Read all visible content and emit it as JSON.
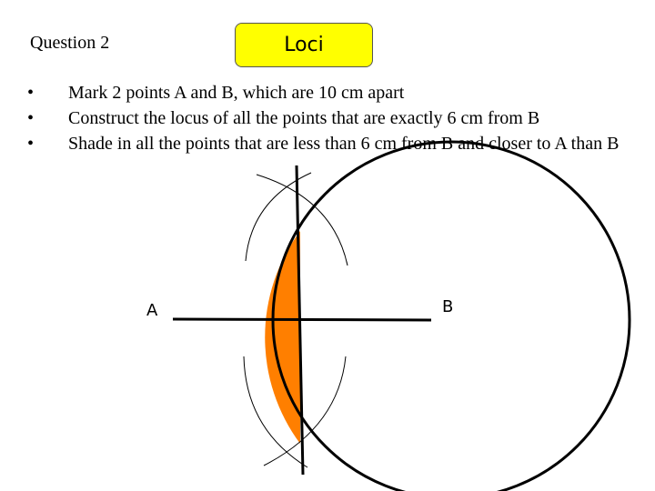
{
  "header": {
    "question": "Question 2",
    "title": "Loci",
    "title_color": "#ffff00"
  },
  "bullets": [
    "Mark 2 points A and B, which are 10 cm apart",
    "Construct the locus of all the points that are exactly 6 cm from B",
    "Shade in all the points that are less than 6 cm from B and closer to A than B"
  ],
  "bullet_glyph": "•",
  "diagram": {
    "point_a_label": "A",
    "point_b_label": "B",
    "shade_color": "#ff7f00"
  }
}
